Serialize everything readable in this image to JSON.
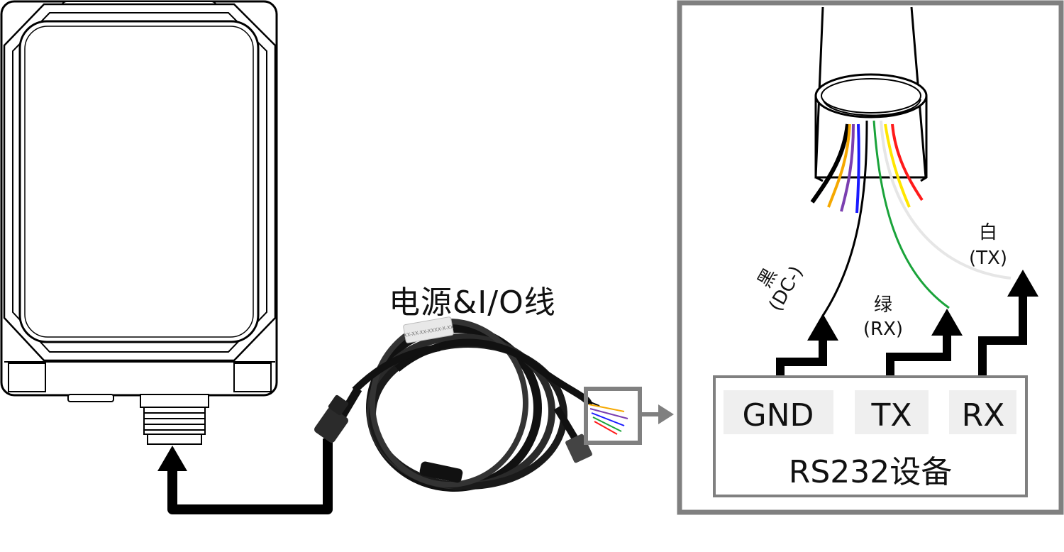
{
  "cable_label": "电源&I/O线",
  "device_label": "RS232设备",
  "pins": [
    {
      "name": "GND",
      "wire_color_name": "黑",
      "signal": "(DC-)",
      "wire_color": "#000000"
    },
    {
      "name": "TX",
      "wire_color_name": "绿",
      "signal": "(RX)",
      "wire_color": "#1aa33a"
    },
    {
      "name": "RX",
      "wire_color_name": "白",
      "signal": "(TX)",
      "wire_color": "#e6e6e6"
    }
  ],
  "cable_tag_text": "XX-XX-XX-XXXX-X-XX",
  "wire_colors": [
    "#000000",
    "#f5a800",
    "#7b3fb0",
    "#1a1aff",
    "#1aa33a",
    "#e6e6e6",
    "#ffe600",
    "#ff1a1a"
  ],
  "frame_color": "#808080"
}
